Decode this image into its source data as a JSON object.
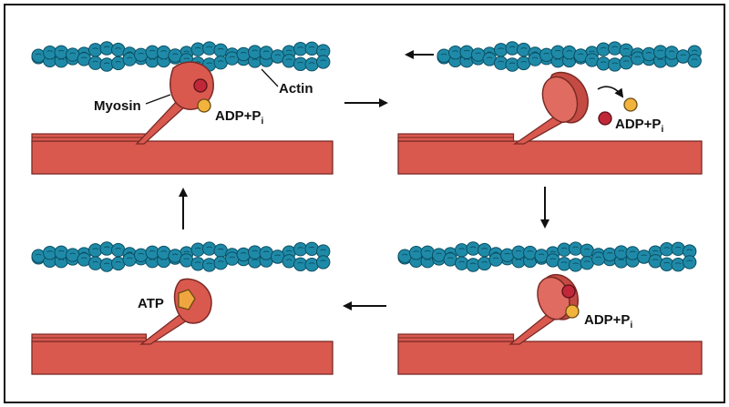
{
  "colors": {
    "actin": "#1f8aa8",
    "actin_stroke": "#0b4f63",
    "myosin": "#d9594f",
    "myosin_dark": "#a83a33",
    "myosin_light": "#ea8a7e",
    "adp": "#c0283a",
    "pi": "#f2b33d",
    "atp": "#f0a640",
    "frame": "#111111"
  },
  "panels": {
    "top_left": {
      "myosin_label": "Myosin",
      "actin_label": "Actin",
      "bound_label": "ADP+P",
      "bound_sub": "i"
    },
    "top_right": {
      "released_label": "ADP+P",
      "released_sub": "i"
    },
    "bottom_right": {
      "bound_label": "ADP+P",
      "bound_sub": "i"
    },
    "bottom_left": {
      "atp_label": "ATP"
    }
  },
  "icons": {
    "actin_filament": "actin-bead-chain-icon",
    "myosin_head": "myosin-head-icon",
    "adp": "adp-molecule-icon",
    "phosphate": "phosphate-molecule-icon",
    "atp": "atp-pentagon-icon",
    "cycle_arrow": "arrow-icon",
    "movement_arrow": "arrow-left-icon",
    "release_arrow": "curved-arrow-icon"
  }
}
